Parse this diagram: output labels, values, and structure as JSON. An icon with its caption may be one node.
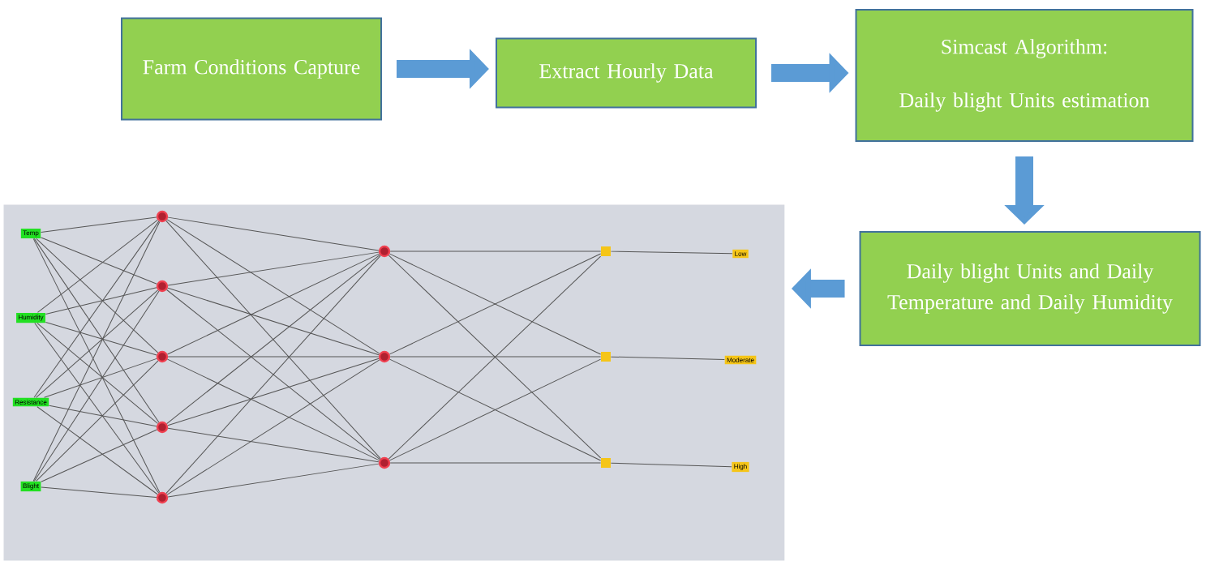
{
  "diagram": {
    "nodes": [
      {
        "text": [
          "Farm Conditions Capture"
        ]
      },
      {
        "text": [
          "Extract Hourly Data"
        ]
      },
      {
        "text": [
          "Simcast Algorithm:",
          "Daily blight Units estimation"
        ]
      },
      {
        "text": [
          "Daily blight Units and Daily Temperature and Daily Humidity"
        ]
      },
      {
        "text": [],
        "shape": "box"
      },
      {
        "text": [
          "Temp"
        ],
        "in": 4
      },
      {
        "text": [
          "Humidity"
        ],
        "in": 4
      },
      {
        "text": [
          "Resistance"
        ],
        "in": 4
      },
      {
        "text": [
          "Blight"
        ],
        "in": 4
      },
      {
        "text": [],
        "shape": "circle",
        "in": 4
      },
      {
        "text": [],
        "shape": "circle",
        "in": 4
      },
      {
        "text": [],
        "shape": "circle",
        "in": 4
      },
      {
        "text": [],
        "shape": "circle",
        "in": 4
      },
      {
        "text": [],
        "shape": "circle",
        "in": 4
      },
      {
        "text": [],
        "shape": "circle",
        "in": 4
      },
      {
        "text": [],
        "shape": "circle",
        "in": 4
      },
      {
        "text": [],
        "shape": "circle",
        "in": 4
      },
      {
        "text": [],
        "shape": "box",
        "in": 4
      },
      {
        "text": [],
        "shape": "box",
        "in": 4
      },
      {
        "text": [],
        "shape": "box",
        "in": 4
      },
      {
        "text": [
          "Low"
        ],
        "in": 4
      },
      {
        "text": [
          "Moderate"
        ],
        "in": 4
      },
      {
        "text": [
          "High"
        ],
        "in": 4
      }
    ],
    "edges": [
      {
        "from": 0,
        "to": 1,
        "arrow": "to",
        "style": "thick",
        "color": "#5b9bd5"
      },
      {
        "from": 1,
        "to": 2,
        "arrow": "to",
        "style": "thick",
        "color": "#5b9bd5"
      },
      {
        "from": 2,
        "to": 3,
        "arrow": "to",
        "style": "thick",
        "color": "#5b9bd5"
      },
      {
        "from": 3,
        "to": 4,
        "arrow": "to",
        "style": "thick",
        "color": "#5b9bd5"
      },
      {
        "from": 5,
        "to": 9,
        "arrow": "none"
      },
      {
        "from": 5,
        "to": 10,
        "arrow": "none"
      },
      {
        "from": 5,
        "to": 11,
        "arrow": "none"
      },
      {
        "from": 5,
        "to": 12,
        "arrow": "none"
      },
      {
        "from": 5,
        "to": 13,
        "arrow": "none"
      },
      {
        "from": 6,
        "to": 9,
        "arrow": "none"
      },
      {
        "from": 6,
        "to": 10,
        "arrow": "none"
      },
      {
        "from": 6,
        "to": 11,
        "arrow": "none"
      },
      {
        "from": 6,
        "to": 12,
        "arrow": "none"
      },
      {
        "from": 6,
        "to": 13,
        "arrow": "none"
      },
      {
        "from": 7,
        "to": 9,
        "arrow": "none"
      },
      {
        "from": 7,
        "to": 10,
        "arrow": "none"
      },
      {
        "from": 7,
        "to": 11,
        "arrow": "none"
      },
      {
        "from": 7,
        "to": 12,
        "arrow": "none"
      },
      {
        "from": 7,
        "to": 13,
        "arrow": "none"
      },
      {
        "from": 8,
        "to": 9,
        "arrow": "none"
      },
      {
        "from": 8,
        "to": 10,
        "arrow": "none"
      },
      {
        "from": 8,
        "to": 11,
        "arrow": "none"
      },
      {
        "from": 8,
        "to": 12,
        "arrow": "none"
      },
      {
        "from": 8,
        "to": 13,
        "arrow": "none"
      },
      {
        "from": 9,
        "to": 14,
        "arrow": "none"
      },
      {
        "from": 9,
        "to": 15,
        "arrow": "none"
      },
      {
        "from": 9,
        "to": 16,
        "arrow": "none"
      },
      {
        "from": 10,
        "to": 14,
        "arrow": "none"
      },
      {
        "from": 10,
        "to": 15,
        "arrow": "none"
      },
      {
        "from": 10,
        "to": 16,
        "arrow": "none"
      },
      {
        "from": 11,
        "to": 14,
        "arrow": "none"
      },
      {
        "from": 11,
        "to": 15,
        "arrow": "none"
      },
      {
        "from": 11,
        "to": 16,
        "arrow": "none"
      },
      {
        "from": 12,
        "to": 14,
        "arrow": "none"
      },
      {
        "from": 12,
        "to": 15,
        "arrow": "none"
      },
      {
        "from": 12,
        "to": 16,
        "arrow": "none"
      },
      {
        "from": 13,
        "to": 14,
        "arrow": "none"
      },
      {
        "from": 13,
        "to": 15,
        "arrow": "none"
      },
      {
        "from": 13,
        "to": 16,
        "arrow": "none"
      },
      {
        "from": 14,
        "to": 17,
        "arrow": "none"
      },
      {
        "from": 14,
        "to": 18,
        "arrow": "none"
      },
      {
        "from": 14,
        "to": 19,
        "arrow": "none"
      },
      {
        "from": 15,
        "to": 17,
        "arrow": "none"
      },
      {
        "from": 15,
        "to": 18,
        "arrow": "none"
      },
      {
        "from": 15,
        "to": 19,
        "arrow": "none"
      },
      {
        "from": 16,
        "to": 17,
        "arrow": "none"
      },
      {
        "from": 16,
        "to": 18,
        "arrow": "none"
      },
      {
        "from": 16,
        "to": 19,
        "arrow": "none"
      },
      {
        "from": 17,
        "to": 20,
        "arrow": "none"
      },
      {
        "from": 18,
        "to": 21,
        "arrow": "none"
      },
      {
        "from": 19,
        "to": 22,
        "arrow": "none"
      }
    ]
  }
}
